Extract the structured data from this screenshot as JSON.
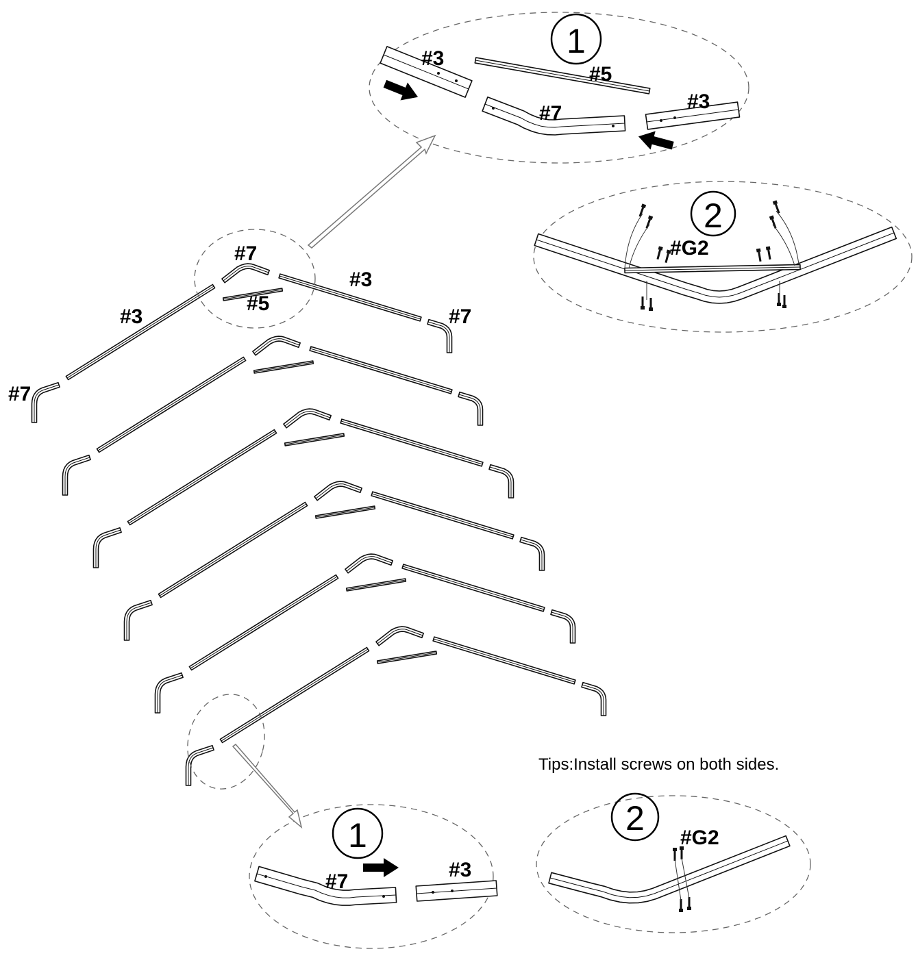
{
  "colors": {
    "line": "#111111",
    "dash": "#666666",
    "arrow_fill": "#000000",
    "callout_arrow": "#ffffff"
  },
  "labels": {
    "main": {
      "top_left_7": "#7",
      "left_3": "#3",
      "bottom_left_7": "#7",
      "right_3": "#3",
      "right_7": "#7",
      "brace_5": "#5"
    },
    "detail_top_1": {
      "step": "1",
      "tube_3_left": "#3",
      "brace_5": "#5",
      "bend_7": "#7",
      "tube_3_right": "#3"
    },
    "detail_top_2": {
      "step": "2",
      "screw": "#G2"
    },
    "detail_bottom_1": {
      "step": "1",
      "bend_7": "#7",
      "tube_3": "#3"
    },
    "detail_bottom_2": {
      "step": "2",
      "screw": "#G2"
    }
  },
  "tips": "Tips:Install screws on both sides.",
  "arch_count": 6,
  "icons": [
    "push-arrow-icon",
    "callout-arrow-icon",
    "screw-icon",
    "hole-icon"
  ]
}
